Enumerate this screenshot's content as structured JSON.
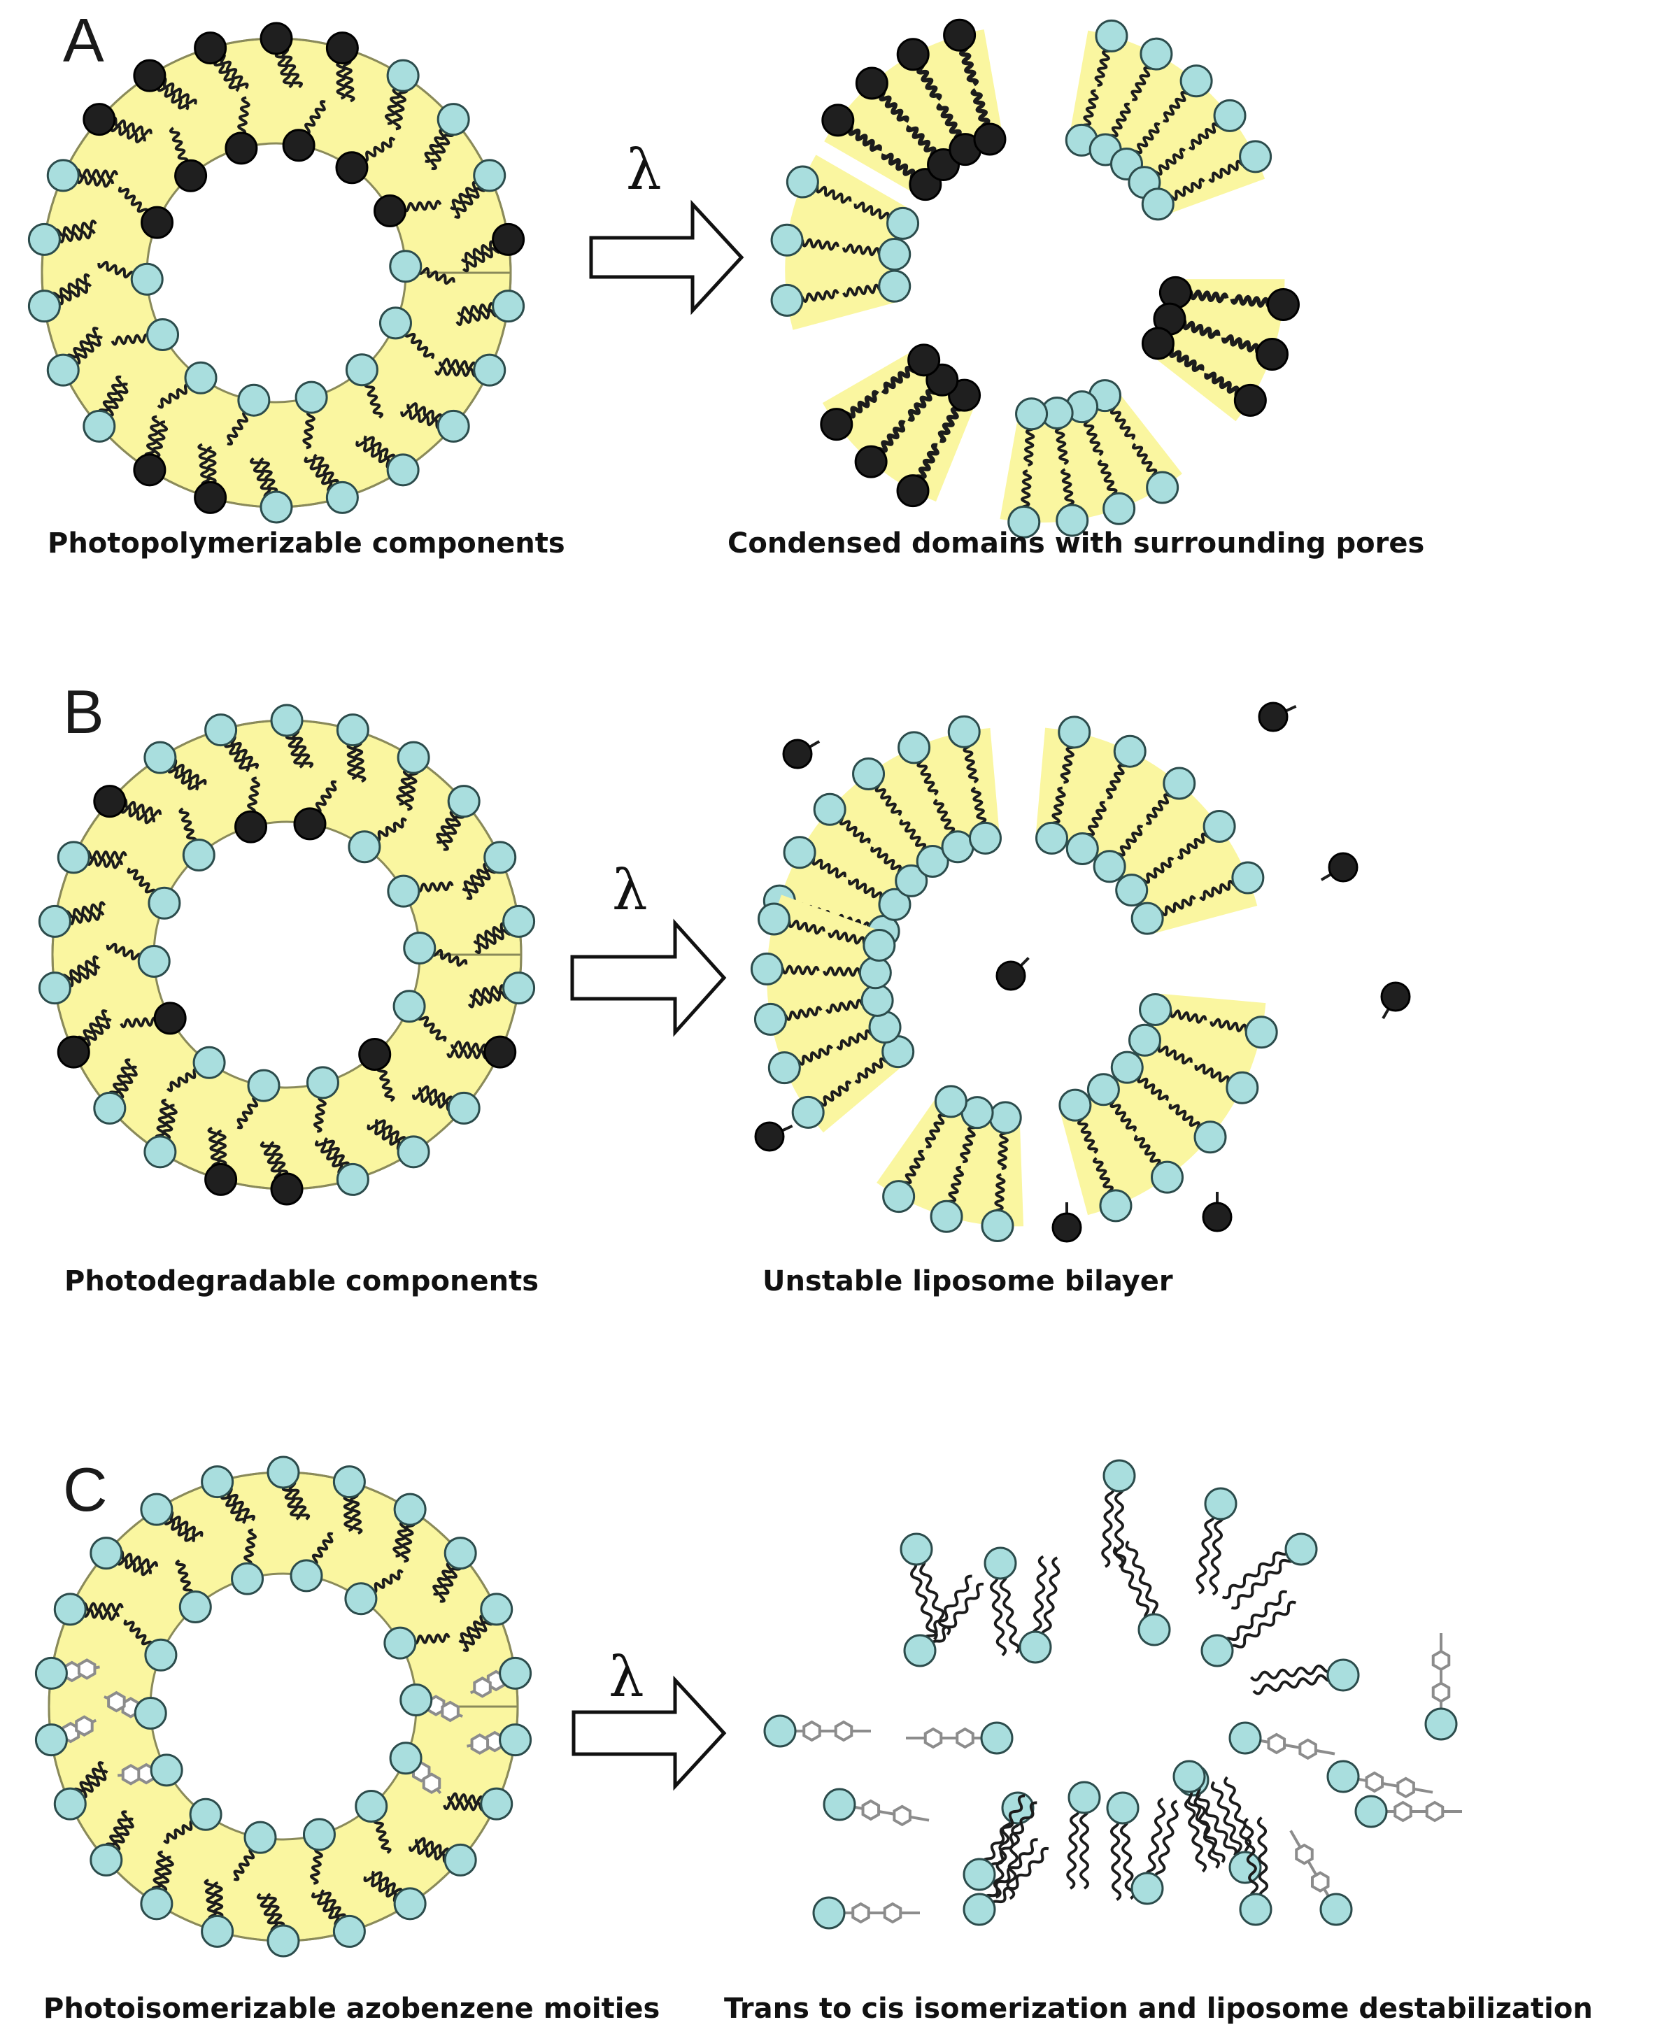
{
  "panels": [
    {
      "letter": "A",
      "left_caption": "Photopolymerizable components",
      "right_caption": "Condensed domains with surrounding pores",
      "arrow_symbol": "λ"
    },
    {
      "letter": "B",
      "left_caption": "Photodegradable components",
      "right_caption": "Unstable liposome bilayer",
      "arrow_symbol": "λ"
    },
    {
      "letter": "C",
      "left_caption": "Photoisomerizable azobenzene moities",
      "right_caption": "Trans to cis isomerization and liposome destabilization",
      "arrow_symbol": "λ"
    }
  ],
  "colors": {
    "bilayer_fill": "#faf6a0",
    "bilayer_stroke": "#8a8a5a",
    "headgroup": "#a9dede",
    "headgroup_stroke": "#2c4c4c",
    "reactive_headgroup": "#1f1f1f",
    "tail": "#1c1c1c",
    "azobenzene": "#8c8c8c"
  },
  "icons": [
    "arrow-right-icon",
    "lipid-headgroup-icon",
    "lipid-tail-icon",
    "azobenzene-icon"
  ]
}
